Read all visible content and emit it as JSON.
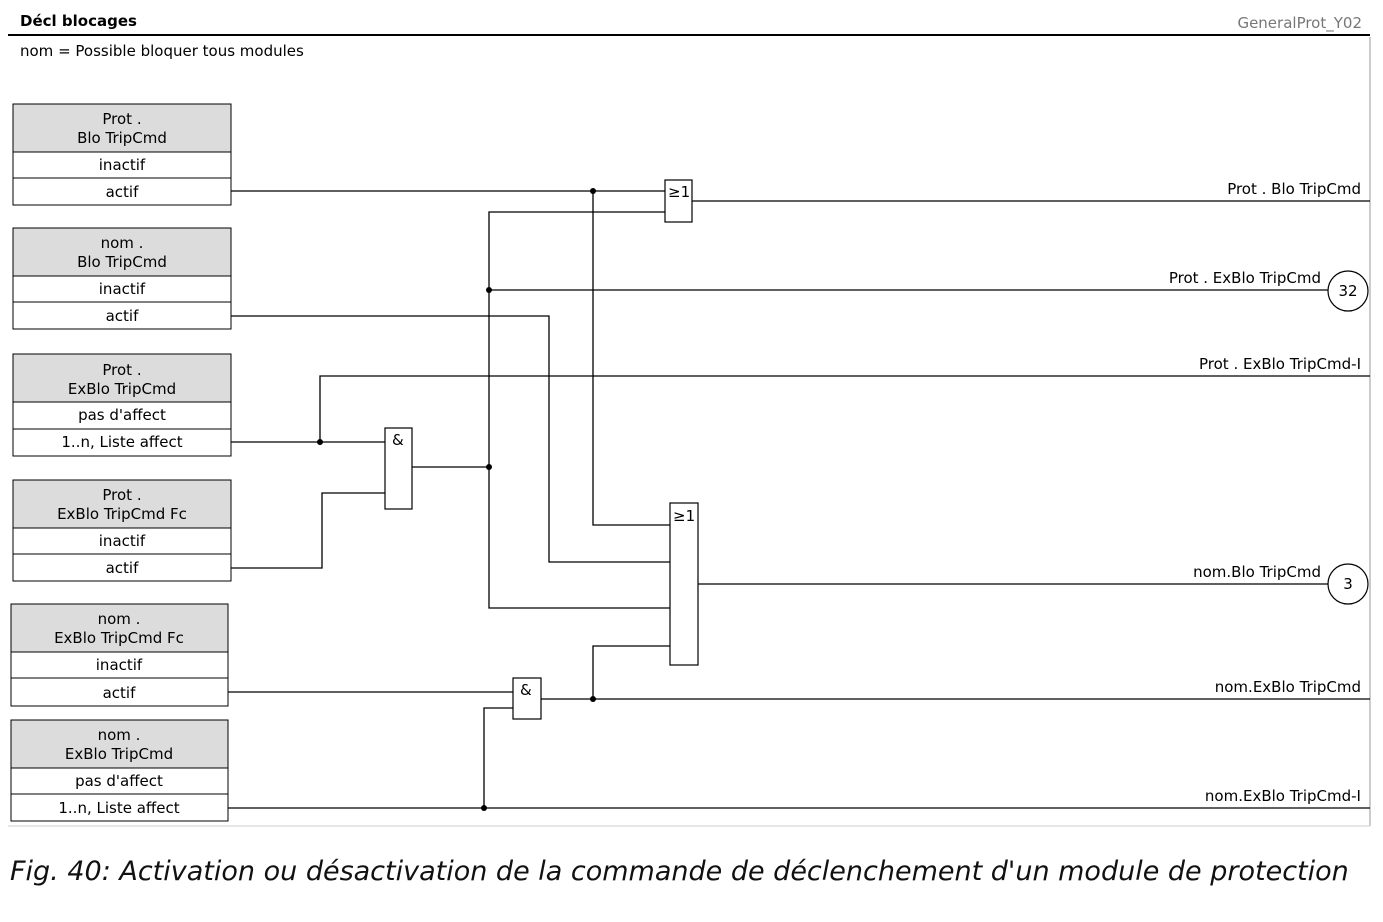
{
  "header": {
    "title": "Décl blocages",
    "id": "GeneralProt_Y02"
  },
  "subtitle": "nom = Possible bloquer tous modules",
  "settings": [
    {
      "key": "prot-blo-tripcmd",
      "title_lines": [
        "Prot .",
        "Blo TripCmd"
      ],
      "options": [
        "inactif",
        "actif"
      ]
    },
    {
      "key": "nom-blo-tripcmd",
      "title_lines": [
        "nom .",
        "Blo TripCmd"
      ],
      "options": [
        "inactif",
        "actif"
      ]
    },
    {
      "key": "prot-exblo-tripcmd",
      "title_lines": [
        "Prot .",
        "ExBlo TripCmd"
      ],
      "options": [
        "pas d'affect",
        "1..n, Liste affect"
      ]
    },
    {
      "key": "prot-exblo-tripcmd-fc",
      "title_lines": [
        "Prot .",
        "ExBlo TripCmd Fc"
      ],
      "options": [
        "inactif",
        "actif"
      ]
    },
    {
      "key": "nom-exblo-tripcmd-fc",
      "title_lines": [
        "nom .",
        "ExBlo TripCmd Fc"
      ],
      "options": [
        "inactif",
        "actif"
      ]
    },
    {
      "key": "nom-exblo-tripcmd",
      "title_lines": [
        "nom .",
        "ExBlo TripCmd"
      ],
      "options": [
        "pas d'affect",
        "1..n, Liste affect"
      ]
    }
  ],
  "gates": {
    "or_symbol": "≥1",
    "and_symbol": "&"
  },
  "outputs": [
    {
      "key": "prot-blo-tripcmd",
      "label": "Prot . Blo TripCmd"
    },
    {
      "key": "prot-exblo-tripcmd",
      "label": "Prot . ExBlo TripCmd",
      "ref": "32"
    },
    {
      "key": "prot-exblo-tripcmd-i",
      "label": "Prot . ExBlo TripCmd-I"
    },
    {
      "key": "nom-blo-tripcmd",
      "label": "nom.Blo TripCmd",
      "ref": "3"
    },
    {
      "key": "nom-exblo-tripcmd",
      "label": "nom.ExBlo TripCmd"
    },
    {
      "key": "nom-exblo-tripcmd-i",
      "label": "nom.ExBlo TripCmd-I"
    }
  ],
  "caption": "Fig. 40: Activation ou désactivation de la commande de déclenchement d'un module de protection"
}
